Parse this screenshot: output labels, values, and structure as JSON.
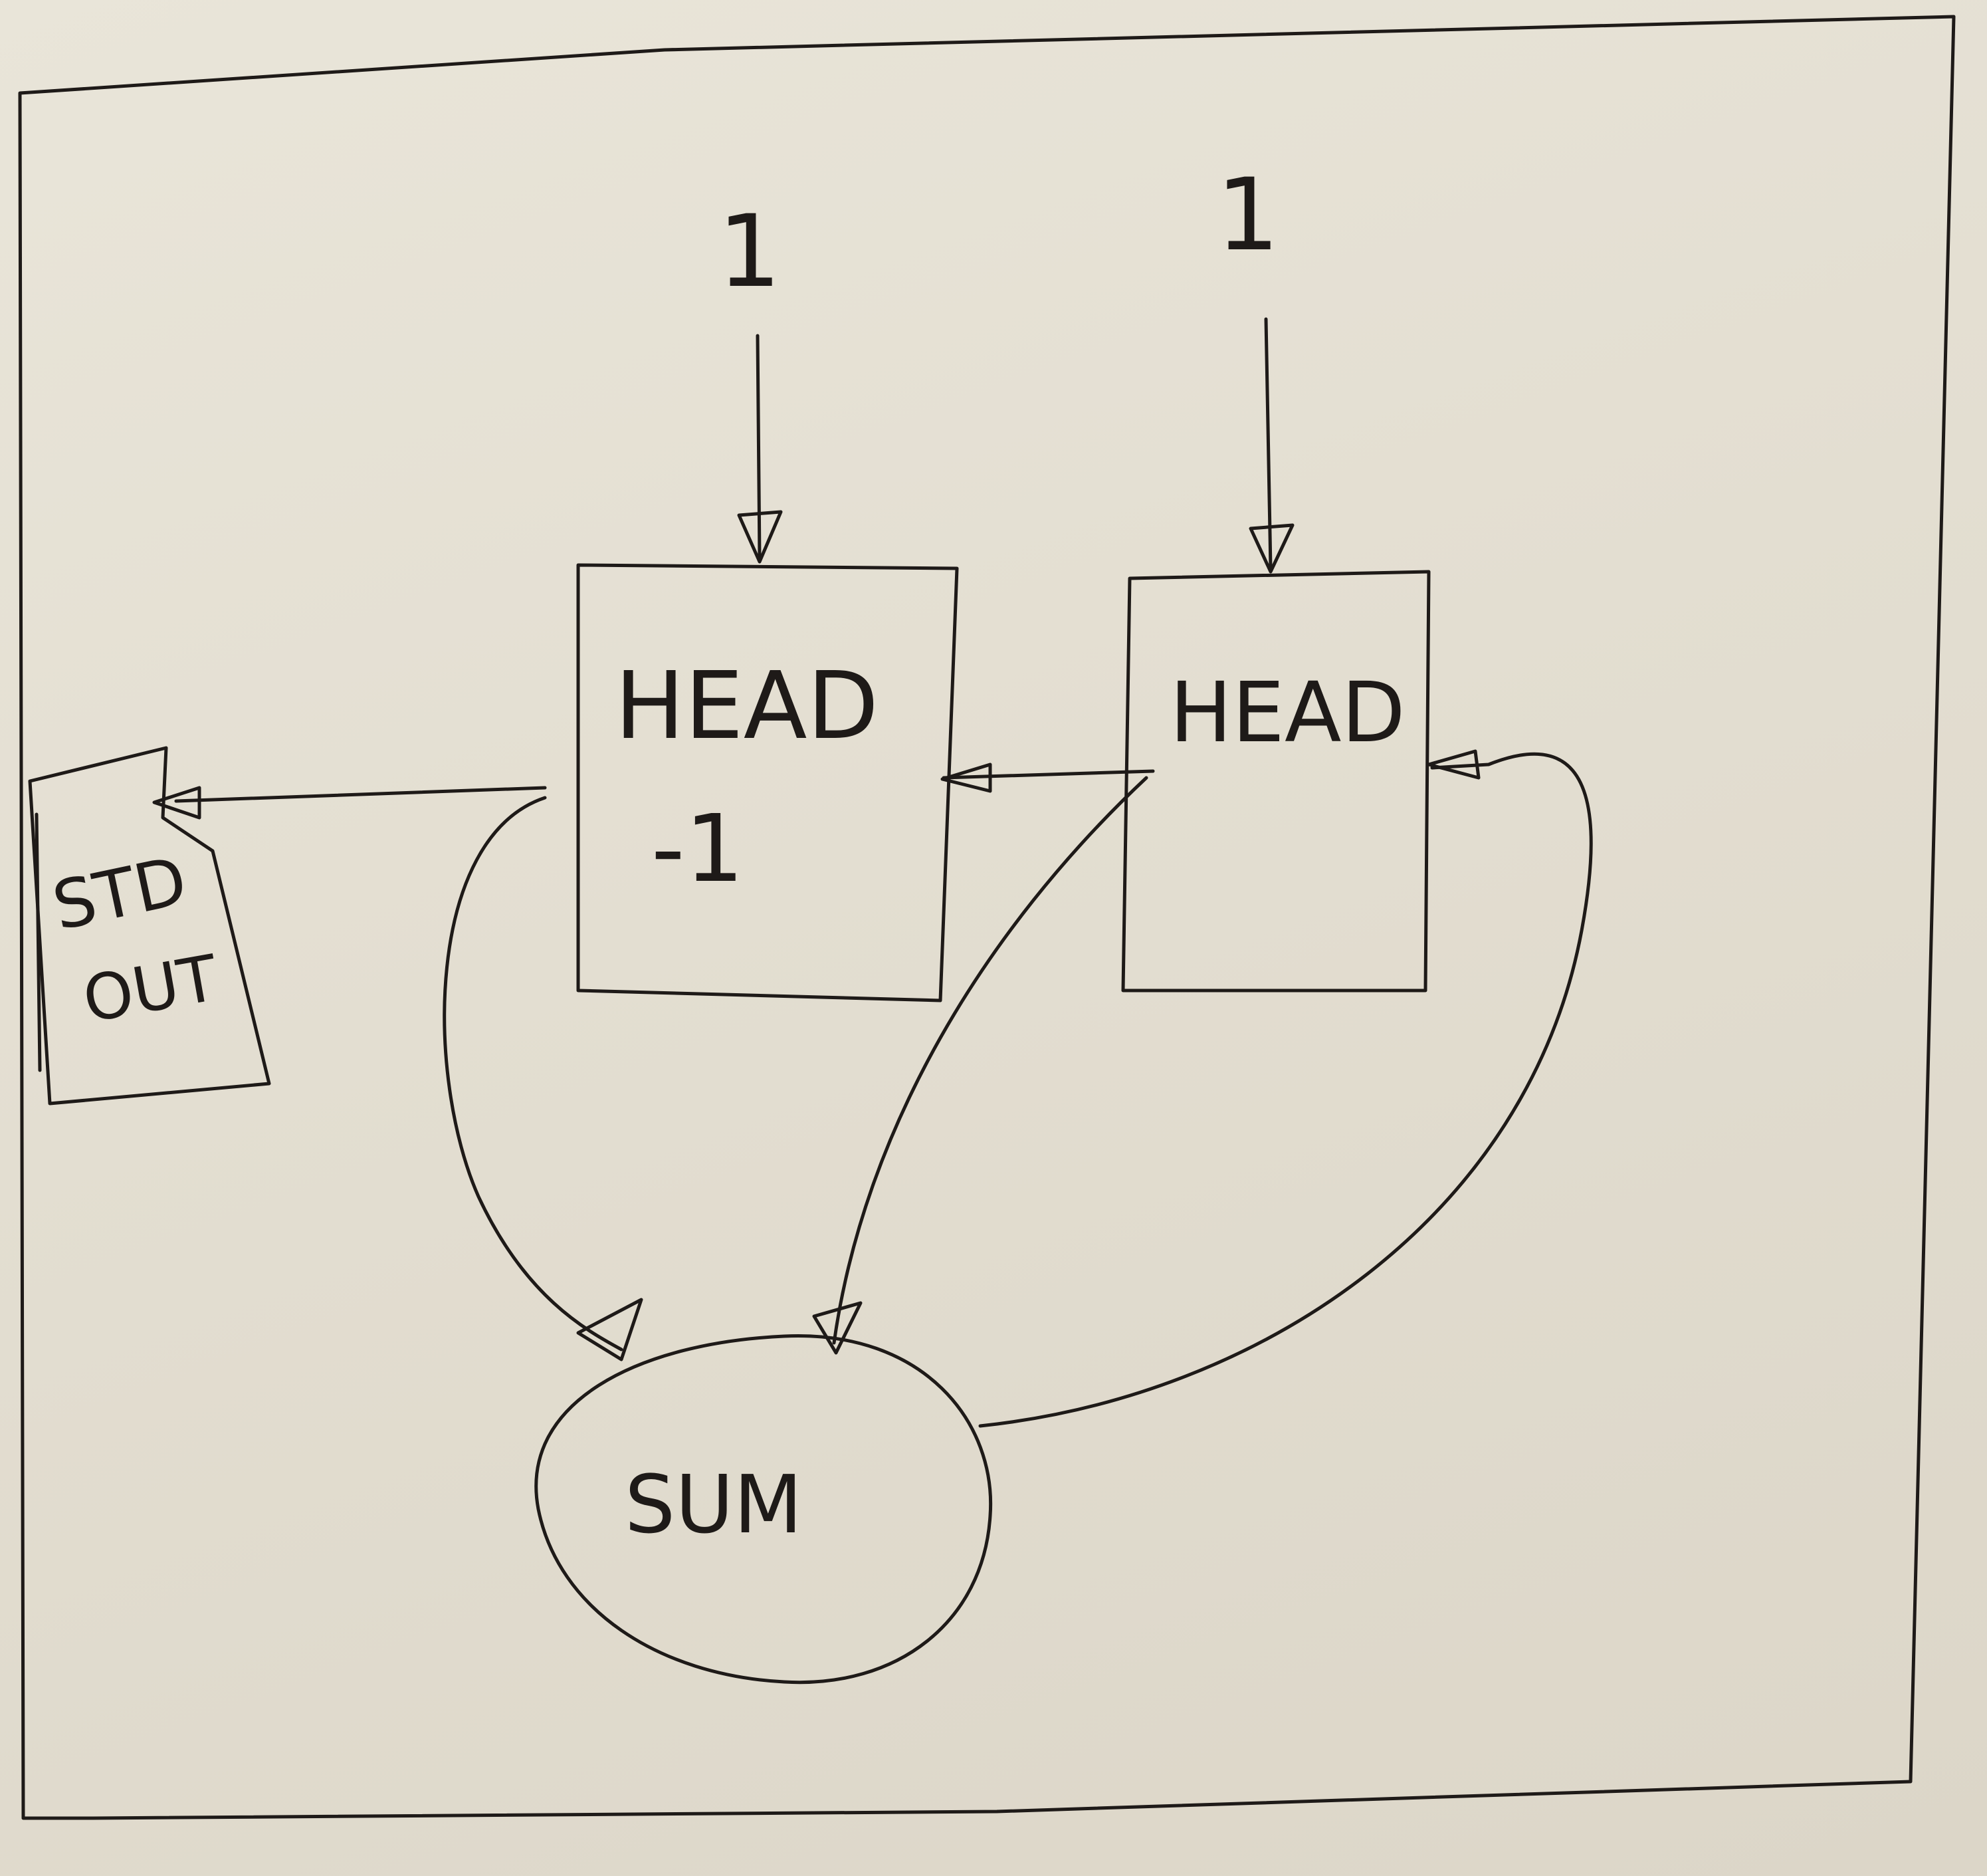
{
  "nodes": {
    "input_left": {
      "label": "1"
    },
    "input_right": {
      "label": "1"
    },
    "head_minus_one": {
      "line1": "HEAD",
      "line2": "-1"
    },
    "head": {
      "label": "HEAD"
    },
    "sum": {
      "label": "SUM"
    },
    "std_out": {
      "line1": "STD",
      "line2": "OUT"
    }
  },
  "edges": [
    {
      "from": "1",
      "to": "HEAD -1"
    },
    {
      "from": "1",
      "to": "HEAD"
    },
    {
      "from": "HEAD",
      "to": "HEAD -1"
    },
    {
      "from": "HEAD -1",
      "to": "STD OUT"
    },
    {
      "from": "HEAD -1",
      "to": "SUM"
    },
    {
      "from": "HEAD",
      "to": "SUM"
    },
    {
      "from": "SUM",
      "to": "HEAD"
    }
  ],
  "colors": {
    "ink": "#1e1a18",
    "paper": "#e6e1d5"
  }
}
